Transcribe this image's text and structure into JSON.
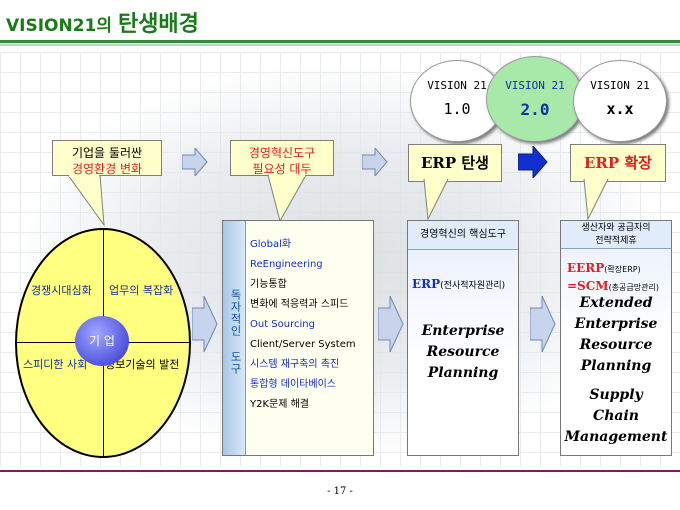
{
  "header": {
    "title_small": "VISION21의",
    "title_big": "탄생배경"
  },
  "versions": [
    {
      "line1": "VISION 21",
      "line2": "1.0"
    },
    {
      "line1": "VISION 21",
      "line2": "2.0"
    },
    {
      "line1": "VISION 21",
      "line2": "x.x"
    }
  ],
  "callouts": {
    "environment_line1": "기업을 둘러싼",
    "environment_line2": "경영환경 변화",
    "tools_line1": "경영혁신도구",
    "tools_line2": "필요성 대두",
    "erp_birth": "ERP 탄생",
    "erp_expand": "ERP 확장"
  },
  "ellipse": {
    "top_left": "경쟁시대심화",
    "top_right": "업무의 복잡화",
    "center": "기 업",
    "bottom_left": "스피디한 사회",
    "bottom_right": "정보기술의 발전"
  },
  "tools_panel": {
    "side_label": "독자적인 도구",
    "items": [
      "Global화",
      "ReEngineering",
      "기능통합",
      "변화에 적응력과 스피드",
      "Out Sourcing",
      "Client/Server System",
      "시스템 재구축의 촉진",
      "통합형 데이타베이스",
      "Y2K문제 해결"
    ]
  },
  "erp_panel": {
    "header": "경영혁신의 핵심도구",
    "erp_label": "ERP",
    "erp_sub": "(전사적자원관리)",
    "line1": "Enterprise",
    "line2": "Resource",
    "line3": "Planning"
  },
  "scm_panel": {
    "header_line1": "생산자와 공급자의",
    "header_line2": "전략적제휴",
    "eerp_label": "EERP",
    "eerp_sub": "(확장ERP)",
    "scm_label": "=SCM",
    "scm_sub": "(총공급망관리)",
    "line1": "Extended",
    "line2": "Enterprise",
    "line3": "Resource",
    "line4": "Planning",
    "line5": "Supply",
    "line6": "Chain",
    "line7": "Management"
  },
  "footer": {
    "page_number": "- 17 -"
  },
  "colors": {
    "title_green": "#1a7a1a",
    "callout_yellow": "#ffffcc",
    "accent_red": "#e02020",
    "accent_blue": "#1030c0",
    "footer_rule": "#7a1f5c"
  }
}
